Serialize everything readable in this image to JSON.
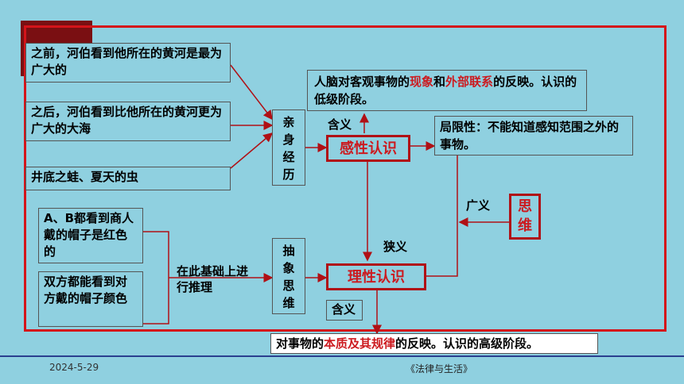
{
  "diagram": {
    "left_boxes": [
      {
        "text": "之前，河伯看到他所在的黄河是最为广大的"
      },
      {
        "text": "之后，河伯看到比他所在的黄河更为广大的大海"
      },
      {
        "text": "井底之蛙、夏天的虫"
      },
      {
        "text": "A、B都看到商人戴的帽子是红色的"
      },
      {
        "text": "双方都能看到对方戴的帽子颜色"
      }
    ],
    "experience": {
      "c1": "亲",
      "c2": "身",
      "c3": "经",
      "c4": "历"
    },
    "abstract": {
      "c1": "抽",
      "c2": "象",
      "c3": "思",
      "c4": "维"
    },
    "perceptual": "感性认识",
    "rational": "理性认识",
    "thinking": {
      "c1": "思",
      "c2": "维"
    },
    "meaning_label_top": "含义",
    "meaning_label_bottom": "含义",
    "broad_label": "广义",
    "narrow_label": "狭义",
    "reasoning_label": "在此基础上进行推理",
    "perceptual_def": {
      "p1": "人脑对客观事物的",
      "h1": "现象",
      "p2": "和",
      "h2": "外部联系",
      "p3": "的反映。认识的低级阶段。"
    },
    "limitation": "局限性：不能知道感知范围之外的事物。",
    "rational_def": {
      "p1": "对事物的",
      "h1": "本质及其规律",
      "p2": "的反映。认识的高级阶段。"
    }
  },
  "footer": {
    "date": "2024-5-29",
    "title": "《法律与生活》"
  },
  "colors": {
    "background": "#8fd0e0",
    "accent_red": "#cc1a1f",
    "border_red": "#b01015",
    "footer_line": "#2a3f8f"
  }
}
